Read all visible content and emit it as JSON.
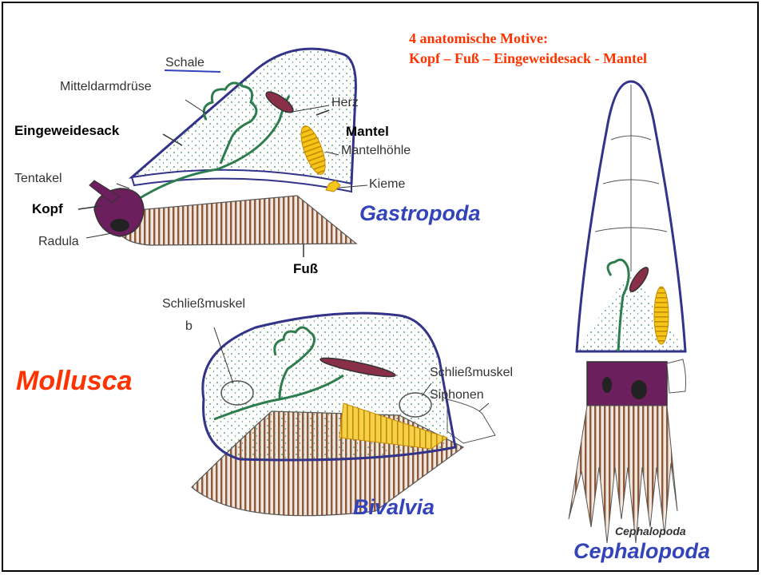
{
  "header": {
    "line1": "4 anatomische Motive:",
    "line2": "Kopf – Fuß – Eingeweidesack - Mantel"
  },
  "phylum": "Mollusca",
  "gastropoda": {
    "title": "Gastropoda",
    "labels": {
      "schale": "Schale",
      "mitteldarmdruese": "Mitteldarmdrüse",
      "herz": "Herz",
      "mantel": "Mantel",
      "eingeweidesack": "Eingeweidesack",
      "mantelhoehle": "Mantelhöhle",
      "tentakel": "Tentakel",
      "kieme": "Kieme",
      "kopf": "Kopf",
      "radula": "Radula",
      "fuss": "Fuß"
    }
  },
  "bivalvia": {
    "title": "Bivalvia",
    "labels": {
      "schliessmuskel_top": "Schließmuskel",
      "b": "b",
      "schliessmuskel_right": "Schließmuskel",
      "siphonen": "Siphonen"
    }
  },
  "cephalopoda": {
    "title": "Cephalopoda",
    "caption": "Cephalopoda"
  },
  "colors": {
    "accent": "#ff3300",
    "group_title": "#3344bb",
    "shell_outline": "#33338a",
    "gland": "#2e7d4f",
    "foot": "#8b5a3c",
    "gill": "#f5c518",
    "head": "#6b1f5c"
  }
}
